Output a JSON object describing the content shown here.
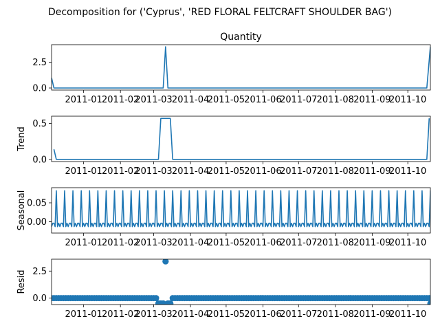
{
  "suptitle": "Decomposition for ('Cyprus', 'RED FLORAL FELTCRAFT SHOULDER BAG')",
  "x_tick_labels": [
    "2011-01",
    "2011-02",
    "2011-03",
    "2011-04",
    "2011-05",
    "2011-06",
    "2011-07",
    "2011-08",
    "2011-09",
    "2011-10"
  ],
  "x_tick_dates": [
    "2011-01-01",
    "2011-02-01",
    "2011-03-01",
    "2011-04-01",
    "2011-05-01",
    "2011-06-01",
    "2011-07-01",
    "2011-08-01",
    "2011-09-01",
    "2011-10-01"
  ],
  "x_range": [
    "2010-12-05",
    "2011-10-20"
  ],
  "series_color": "#1f77b4",
  "chart_data": [
    {
      "type": "line",
      "title": "Quantity",
      "ylabel": "",
      "ylim": [
        -0.2,
        4.2
      ],
      "yticks": [
        0.0,
        2.5
      ],
      "ytick_labels": [
        "0.0",
        "2.5"
      ],
      "points": [
        [
          "2010-12-05",
          1.0
        ],
        [
          "2010-12-07",
          0.0
        ],
        [
          "2011-03-09",
          0.0
        ],
        [
          "2011-03-11",
          4.0
        ],
        [
          "2011-03-13",
          0.0
        ],
        [
          "2011-10-17",
          0.0
        ],
        [
          "2011-10-20",
          4.0
        ]
      ]
    },
    {
      "type": "line",
      "title": "",
      "ylabel": "Trend",
      "ylim": [
        -0.03,
        0.6
      ],
      "yticks": [
        0.0,
        0.5
      ],
      "ytick_labels": [
        "0.0",
        "0.5"
      ],
      "points": [
        [
          "2010-12-07",
          0.14
        ],
        [
          "2010-12-09",
          0.0
        ],
        [
          "2011-03-05",
          0.0
        ],
        [
          "2011-03-07",
          0.57
        ],
        [
          "2011-03-15",
          0.57
        ],
        [
          "2011-03-17",
          0.0
        ],
        [
          "2011-10-17",
          0.0
        ],
        [
          "2011-10-19",
          0.57
        ]
      ]
    },
    {
      "type": "line",
      "title": "",
      "ylabel": "Seasonal",
      "ylim": [
        -0.03,
        0.09
      ],
      "yticks": [
        0.0,
        0.05
      ],
      "ytick_labels": [
        "0.00",
        "0.05"
      ],
      "pattern": {
        "period_days": 7,
        "first_peak": "2010-12-09",
        "peak": 0.082,
        "low": -0.013,
        "mid": -0.004
      }
    },
    {
      "type": "scatter",
      "title": "",
      "ylabel": "Resid",
      "ylim": [
        -0.6,
        3.6
      ],
      "yticks": [
        0.0,
        2.5
      ],
      "ytick_labels": [
        "0.0",
        "2.5"
      ],
      "baseline": 0.0,
      "outliers": [
        [
          "2011-03-05",
          -0.5
        ],
        [
          "2011-03-07",
          -0.5
        ],
        [
          "2011-03-09",
          -0.5
        ],
        [
          "2011-03-11",
          3.4
        ],
        [
          "2011-03-13",
          -0.5
        ],
        [
          "2011-03-15",
          -0.5
        ],
        [
          "2011-10-20",
          -0.5
        ]
      ]
    }
  ]
}
